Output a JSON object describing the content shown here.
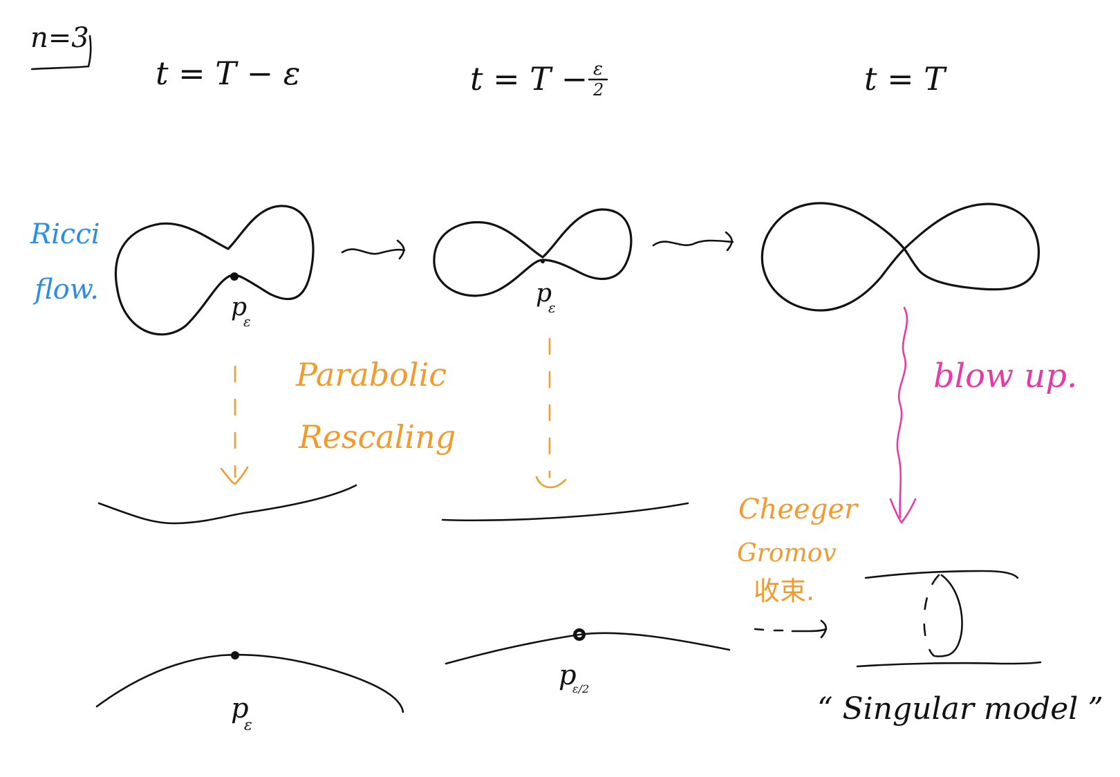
{
  "labels": {
    "dimension": "n=3",
    "time_1": "t = T − ε",
    "time_2": "t = T −",
    "time_2_num": "ε",
    "time_2_den": "2",
    "time_3": "t = T",
    "ricci_line1": "Ricci",
    "ricci_line2": "flow.",
    "point_1": "p",
    "point_1_sub": "ε",
    "point_2": "p",
    "point_2_sub": "ε",
    "point_bottom_1": "p",
    "point_bottom_1_sub": "ε",
    "point_bottom_2": "p",
    "point_bottom_2_sub": "ε/2",
    "parabolic_line1": "Parabolic",
    "parabolic_line2": "Rescaling",
    "blow_up": "blow up.",
    "cg_line1": "Cheeger",
    "cg_line2": "Gromov",
    "cg_line3": "收束.",
    "singular_model": "“ Singular model ”"
  },
  "colors": {
    "ink": "#111111",
    "ricci_flow": "#2b8de6",
    "rescaling": "#f39a2c",
    "blow_up": "#e83aa6"
  }
}
